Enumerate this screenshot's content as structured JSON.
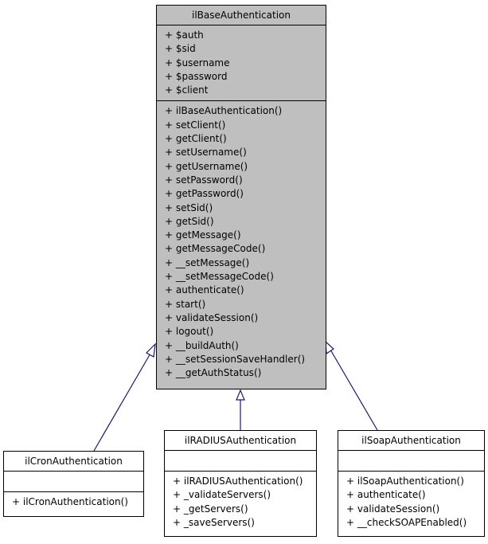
{
  "base": {
    "name": "ilBaseAuthentication",
    "attributes": [
      "+ $auth",
      "+ $sid",
      "+ $username",
      "+ $password",
      "+ $client"
    ],
    "methods": [
      "+ ilBaseAuthentication()",
      "+ setClient()",
      "+ getClient()",
      "+ setUsername()",
      "+ getUsername()",
      "+ setPassword()",
      "+ getPassword()",
      "+ setSid()",
      "+ getSid()",
      "+ getMessage()",
      "+ getMessageCode()",
      "+ __setMessage()",
      "+ __setMessageCode()",
      "+ authenticate()",
      "+ start()",
      "+ validateSession()",
      "+ logout()",
      "+ __buildAuth()",
      "+ __setSessionSaveHandler()",
      "+ __getAuthStatus()"
    ]
  },
  "cron": {
    "name": "ilCronAuthentication",
    "methods": [
      "+ ilCronAuthentication()"
    ]
  },
  "radius": {
    "name": "ilRADIUSAuthentication",
    "methods": [
      "+ ilRADIUSAuthentication()",
      "+ _validateServers()",
      "+ _getServers()",
      "+ _saveServers()"
    ]
  },
  "soap": {
    "name": "ilSoapAuthentication",
    "methods": [
      "+ ilSoapAuthentication()",
      "+ authenticate()",
      "+ validateSession()",
      "+ __checkSOAPEnabled()"
    ]
  },
  "colors": {
    "base_fill": "#bfbfbf",
    "edge": "#191970"
  }
}
